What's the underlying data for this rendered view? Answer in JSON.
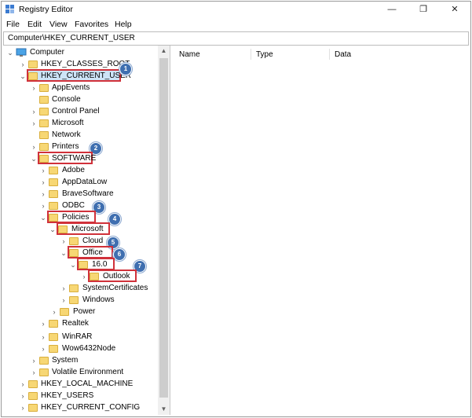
{
  "window": {
    "title": "Registry Editor",
    "minimize": "—",
    "maximize": "❐",
    "close": "✕"
  },
  "menu": [
    "File",
    "Edit",
    "View",
    "Favorites",
    "Help"
  ],
  "address": "Computer\\HKEY_CURRENT_USER",
  "tree": {
    "computer": "Computer",
    "items": [
      {
        "label": "HKEY_CLASSES_ROOT"
      },
      {
        "label": "HKEY_CURRENT_USER",
        "badge": "1"
      },
      {
        "label": "AppEvents"
      },
      {
        "label": "Console"
      },
      {
        "label": "Control Panel"
      },
      {
        "label": "Microsoft"
      },
      {
        "label": "Network"
      },
      {
        "label": "Printers"
      },
      {
        "label": "SOFTWARE",
        "badge": "2"
      },
      {
        "label": "Adobe"
      },
      {
        "label": "AppDataLow"
      },
      {
        "label": "BraveSoftware"
      },
      {
        "label": "ODBC"
      },
      {
        "label": "Policies",
        "badge": "3"
      },
      {
        "label": "Microsoft",
        "badge": "4"
      },
      {
        "label": "Cloud"
      },
      {
        "label": "Office",
        "badge": "5"
      },
      {
        "label": "16.0",
        "badge": "6"
      },
      {
        "label": "Outlook",
        "badge": "7"
      },
      {
        "label": "SystemCertificates"
      },
      {
        "label": "Windows"
      },
      {
        "label": "Power"
      },
      {
        "label": "Realtek"
      },
      {
        "label": "WinRAR"
      },
      {
        "label": "Wow6432Node"
      },
      {
        "label": "System"
      },
      {
        "label": "Volatile Environment"
      },
      {
        "label": "HKEY_LOCAL_MACHINE"
      },
      {
        "label": "HKEY_USERS"
      },
      {
        "label": "HKEY_CURRENT_CONFIG"
      }
    ]
  },
  "columns": [
    "Name",
    "Type",
    "Data"
  ],
  "colors": {
    "highlight": "#d0313a",
    "badge": "#3f6fb0",
    "selection": "#cde4f7",
    "folder": "#f7d774"
  }
}
